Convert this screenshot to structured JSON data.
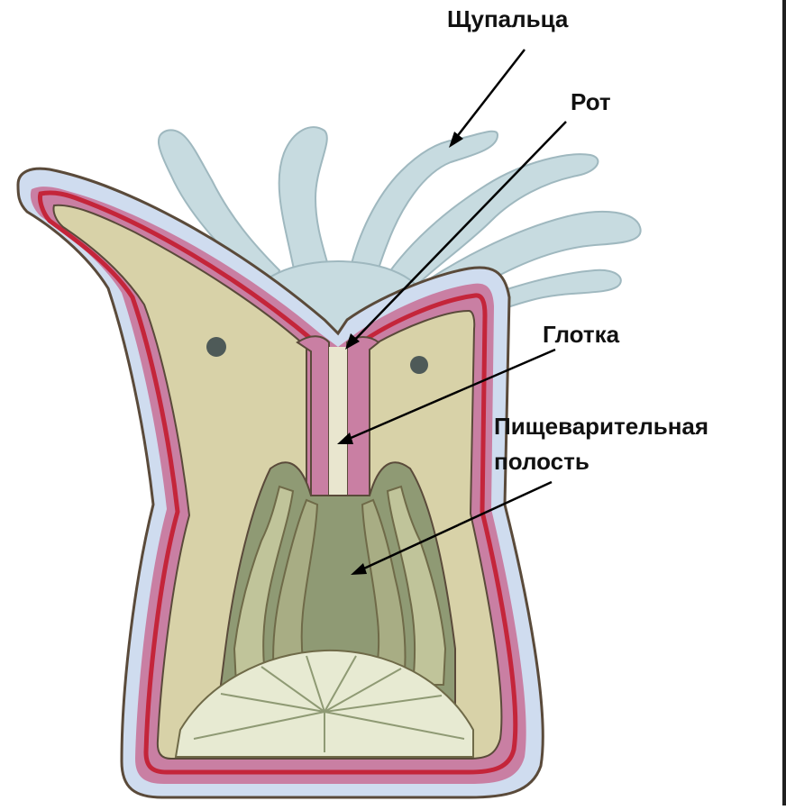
{
  "labels": {
    "tentacles": "Щупальца",
    "mouth": "Рот",
    "pharynx": "Глотка",
    "cavity_line1": "Пищеварительная",
    "cavity_line2": "полость"
  },
  "colors": {
    "tentacle_fill": "#c7dbe0",
    "tentacle_stroke": "#9fb8bf",
    "outer_pale_blue": "#cfdcef",
    "pink_band": "#c97fa3",
    "red_line": "#c4253a",
    "inner_tan": "#d8d2a8",
    "cavity_dark": "#8f9a74",
    "mesentery_light": "#c0c49a",
    "base_disc": "#e7ead2",
    "outline": "#5a4a3a"
  }
}
